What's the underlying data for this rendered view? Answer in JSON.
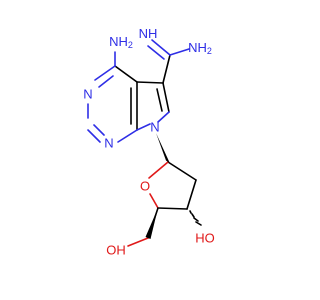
{
  "structure": {
    "atom_labels": {
      "amidine_nh": "NH",
      "amidine_nh2": "NH",
      "amidine_nh2_sub": "2",
      "amino_nh2": "NH",
      "amino_nh2_sub": "2",
      "pyrimidine_n3": "N",
      "pyrimidine_n1": "N",
      "pyrrole_n7": "N",
      "ring_o": "O",
      "ho_3prime": "HO",
      "oh_5prime": "OH"
    },
    "colors": {
      "nitrogen": "#2e2ee6",
      "oxygen": "#e01919",
      "carbon_bond": "#000000",
      "background": "#ffffff"
    }
  }
}
